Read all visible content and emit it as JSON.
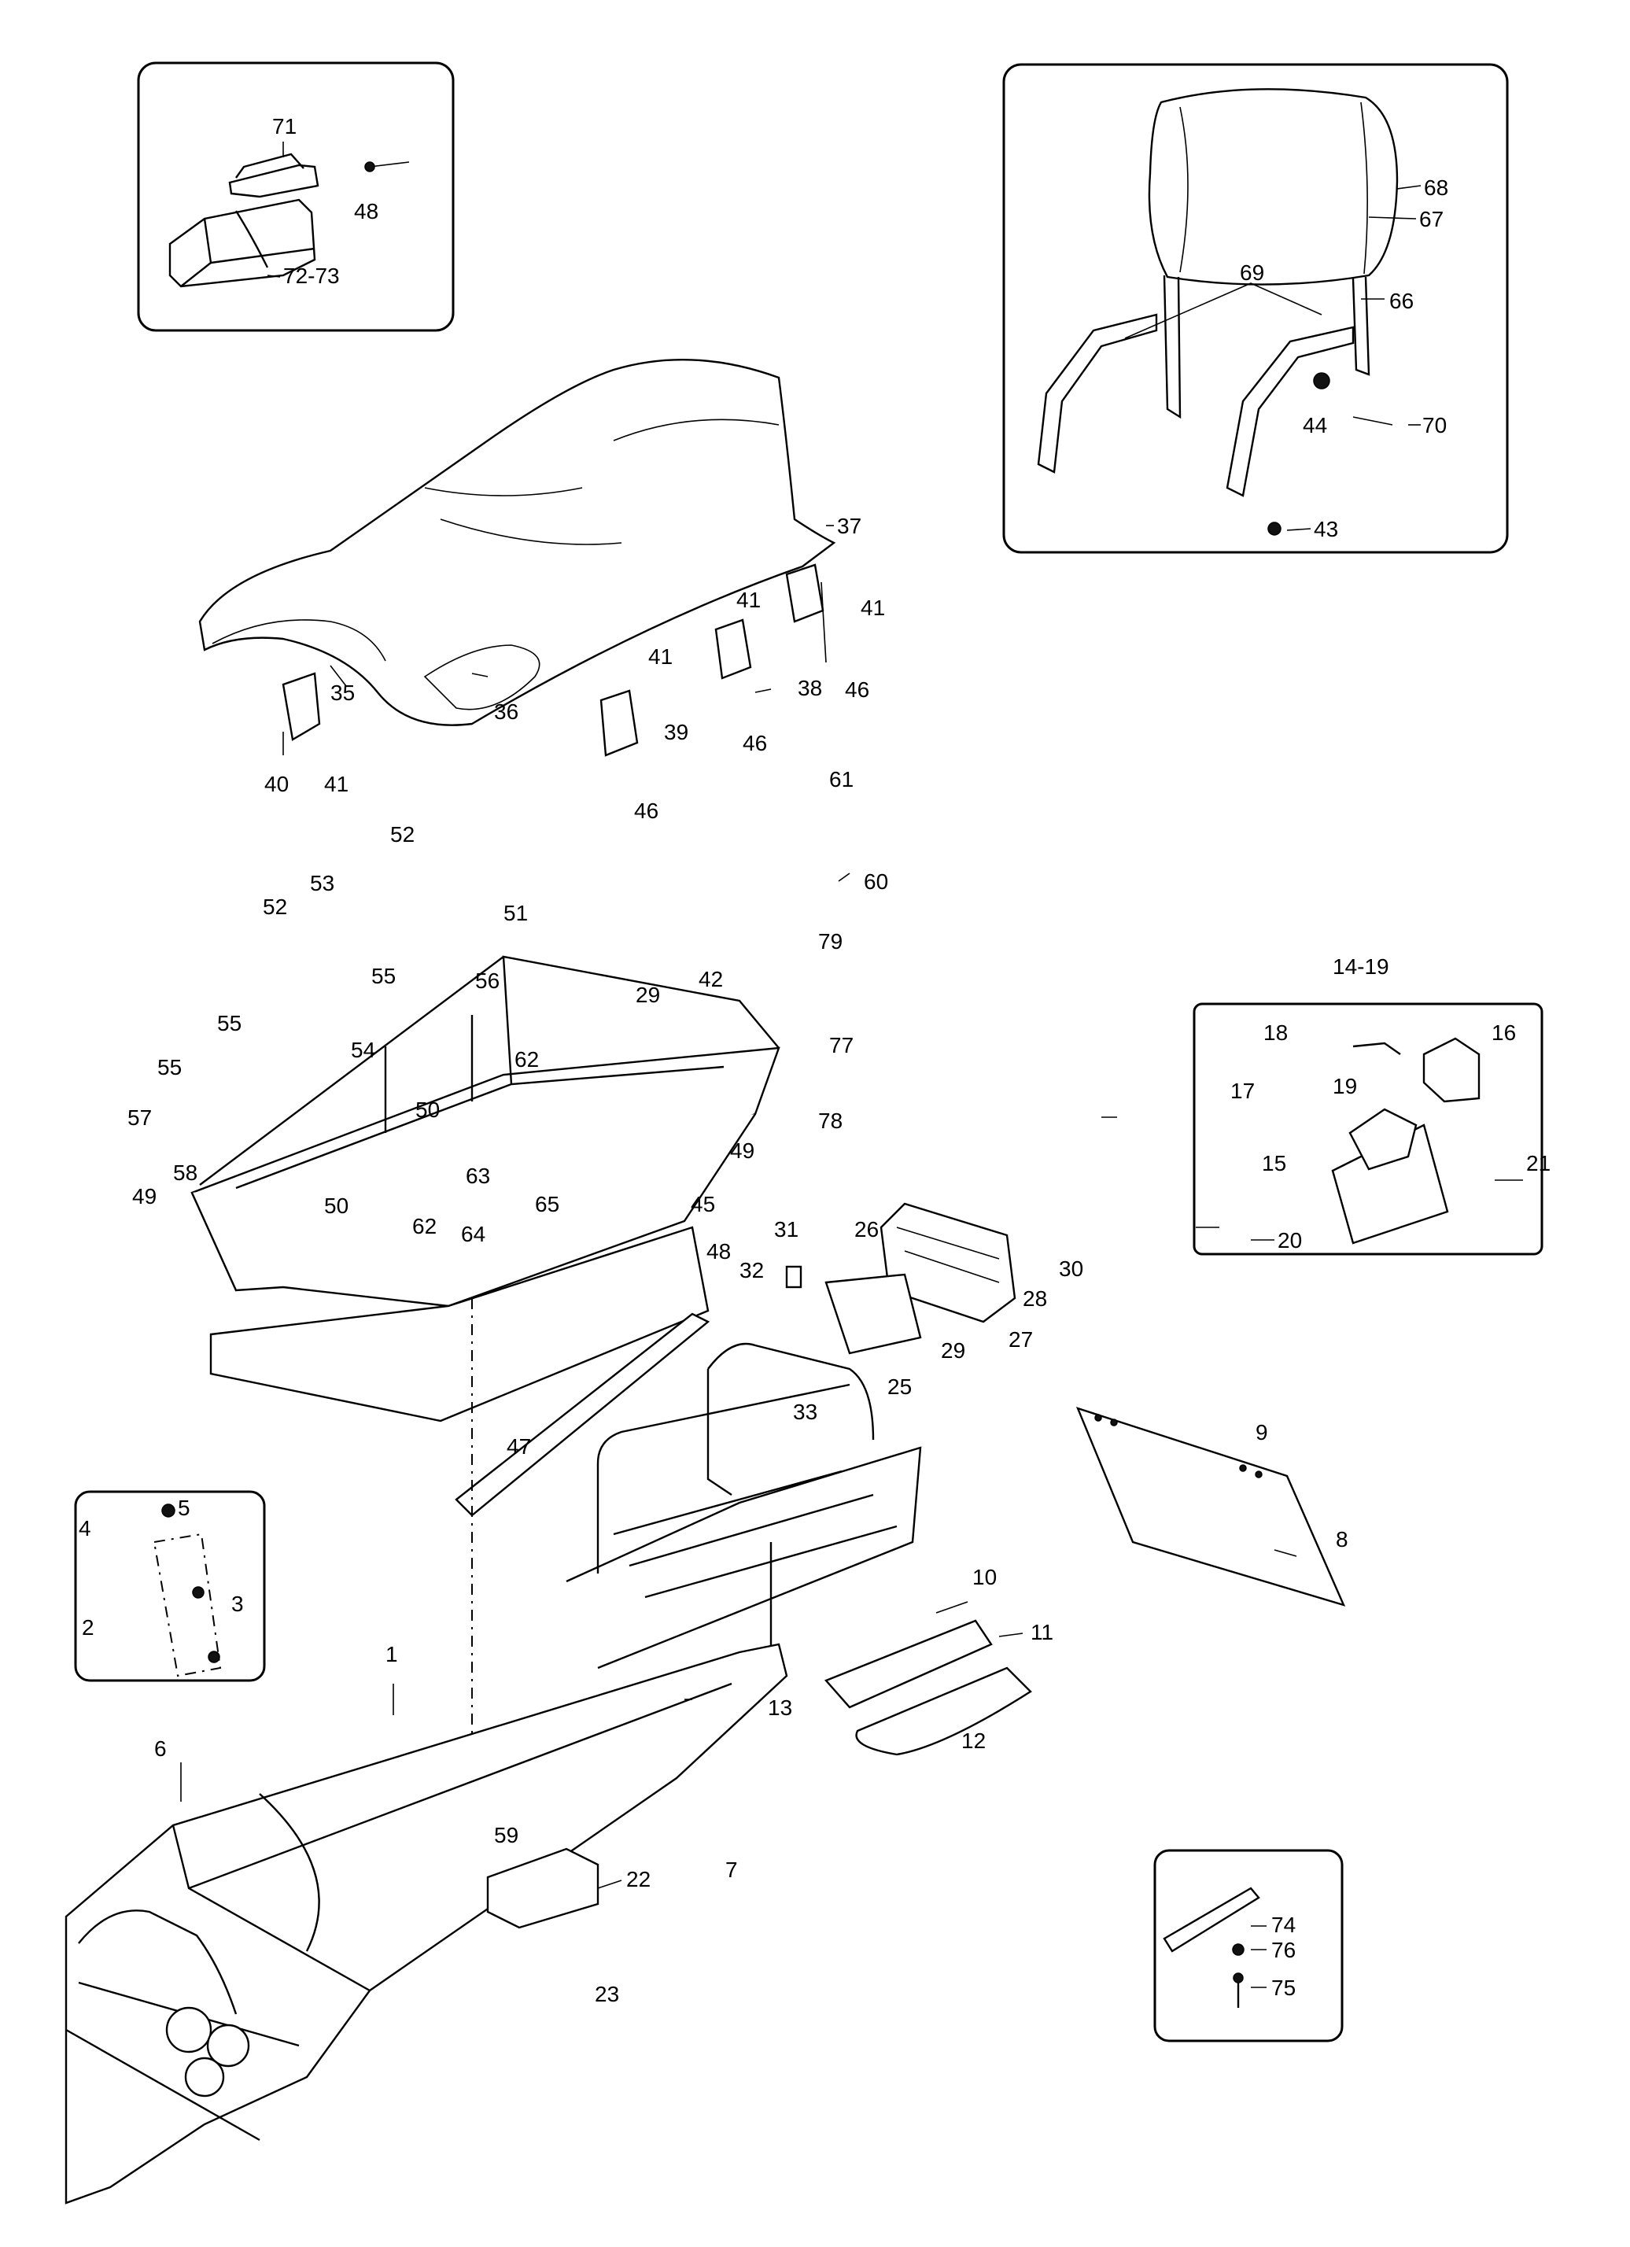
{
  "callouts": [
    "71",
    "48",
    "72-73",
    "68",
    "67",
    "69",
    "66",
    "44",
    "70",
    "43",
    "37",
    "41",
    "41",
    "41",
    "41",
    "46",
    "38",
    "46",
    "35",
    "36",
    "39",
    "40",
    "46",
    "61",
    "60",
    "52",
    "53",
    "52",
    "51",
    "55",
    "56",
    "79",
    "29",
    "42",
    "77",
    "55",
    "54",
    "55",
    "57",
    "58",
    "62",
    "78",
    "50",
    "49",
    "50",
    "62",
    "63",
    "65",
    "64",
    "49",
    "45",
    "48",
    "31",
    "26",
    "32",
    "30",
    "28",
    "27",
    "29",
    "25",
    "33",
    "47",
    "14-19",
    "18",
    "16",
    "17",
    "19",
    "15",
    "21",
    "20",
    "9",
    "8",
    "10",
    "11",
    "13",
    "12",
    "5",
    "4",
    "3",
    "2",
    "1",
    "6",
    "59",
    "7",
    "22",
    "23",
    "74",
    "76",
    "75"
  ]
}
